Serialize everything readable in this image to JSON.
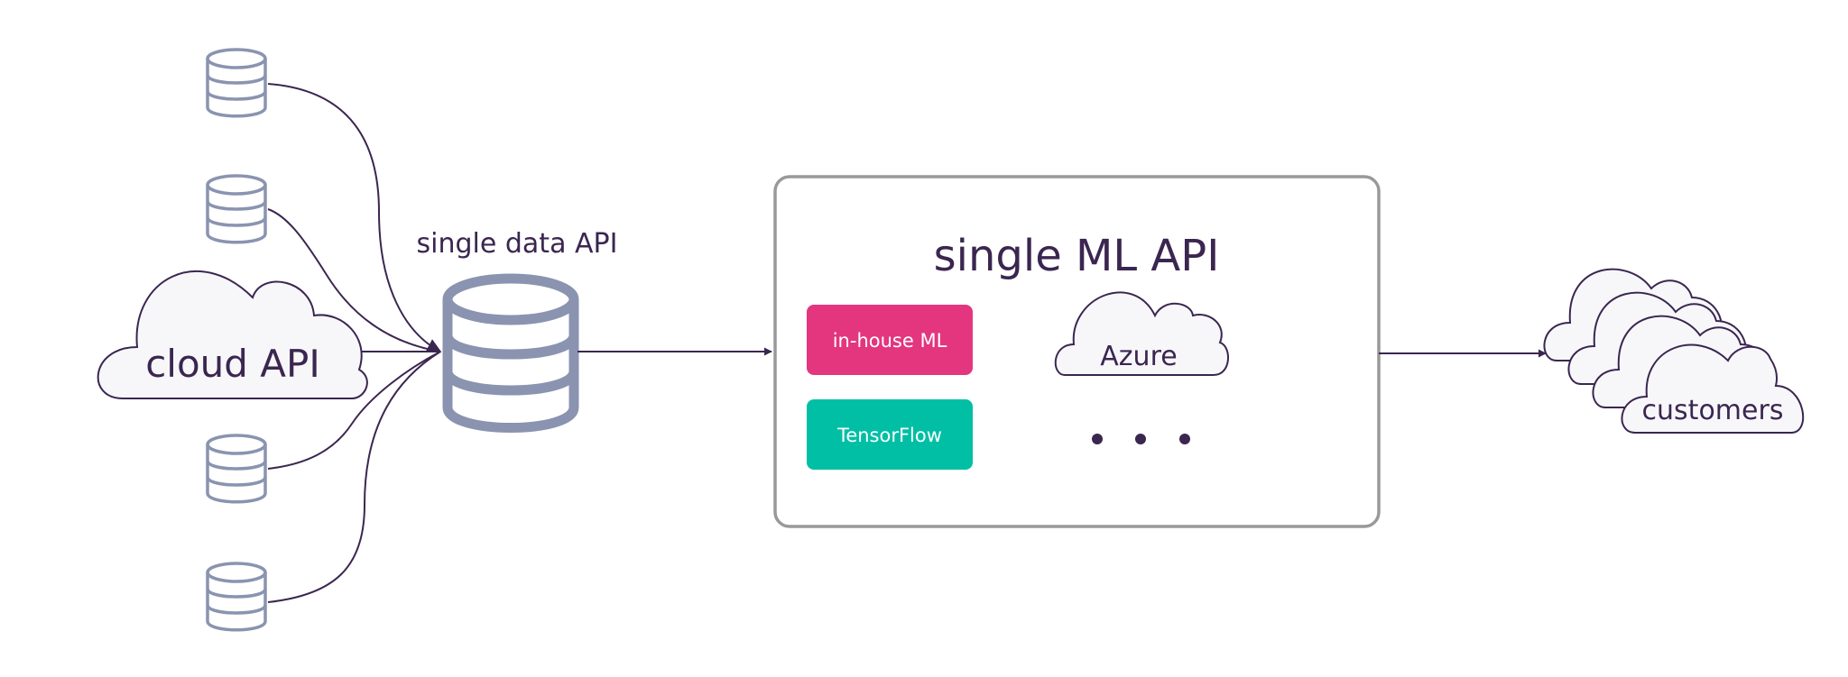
{
  "labels": {
    "cloud_api": "cloud API",
    "single_data_api": "single data API",
    "single_ml_api": "single ML API",
    "azure": "Azure",
    "customers": "customers"
  },
  "ml_api": {
    "providers": [
      {
        "label": "in-house ML",
        "color": "#e3367f"
      },
      {
        "label": "TensorFlow",
        "color": "#00bfa5"
      }
    ]
  },
  "colors": {
    "line": "#3b2650",
    "database": "#8a94b0",
    "panel_border": "#999999",
    "cloud_fill": "#f7f7fa"
  }
}
